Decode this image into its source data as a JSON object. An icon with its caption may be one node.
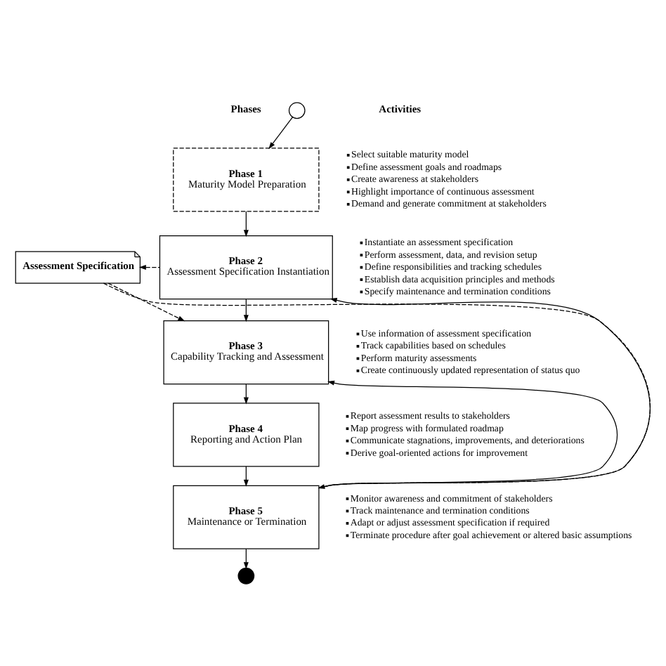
{
  "diagram": {
    "nodes": [
      {
        "text": [],
        "shape": "circle"
      },
      {
        "text": [
          "Phase 1",
          "Maturity Model Preparation"
        ],
        "beside": [
          "Select suitable maturity model",
          "Define assessment goals and roadmaps",
          "Create awareness at stakeholders",
          "Highlight importance of continuous assessment",
          "Demand and generate commitment at stakeholders"
        ]
      },
      {
        "text": [
          "Phase 2",
          "Assessment Specification Instantiation"
        ],
        "beside": [
          "Instantiate an assessment specification",
          "Perform assessment, data, and revision setup",
          "Define responsibilities and tracking schedules",
          "Establish data acquisition principles and methods",
          "Specify maintenance and termination conditions"
        ]
      },
      {
        "text": [
          "Phase 3",
          "Capability Tracking and Assessment"
        ],
        "beside": [
          "Use information of assessment specification",
          "Track capabilities based on schedules",
          "Perform maturity assessments",
          "Create continuously updated representation of status quo"
        ]
      },
      {
        "text": [
          "Phase 4",
          "Reporting and Action Plan"
        ],
        "beside": [
          "Report assessment results to stakeholders",
          "Map progress with formulated roadmap",
          "Communicate stagnations, improvements, and deteriorations",
          "Derive goal-oriented actions for improvement"
        ]
      },
      {
        "text": [
          "Phase 5",
          "Maintenance or Termination"
        ],
        "beside": [
          "Monitor awareness and commitment of stakeholders",
          "Track maintenance and termination conditions",
          "Adapt or adjust assessment specification if required",
          "Terminate procedure after goal achievement or altered basic assumptions"
        ]
      },
      {
        "text": [
          "Assessment Specification"
        ]
      },
      {
        "text": [],
        "shape": "circle"
      }
    ],
    "edges": [
      {
        "from": 0,
        "to": 1,
        "arrow": "to"
      },
      {
        "from": 1,
        "to": 2,
        "arrow": "to"
      },
      {
        "from": 2,
        "to": 3,
        "arrow": "to"
      },
      {
        "from": 3,
        "to": 4,
        "arrow": "to"
      },
      {
        "from": 4,
        "to": 5,
        "arrow": "to"
      },
      {
        "from": 5,
        "to": 7,
        "arrow": "to"
      },
      {
        "from": 2,
        "to": 6,
        "arrow": "to",
        "style": "dashed"
      },
      {
        "from": 6,
        "to": 3,
        "arrow": "to",
        "style": "dashed"
      },
      {
        "from": 6,
        "to": 5,
        "arrow": "to",
        "style": "dashed"
      },
      {
        "from": 5,
        "to": 2,
        "arrow": "to"
      },
      {
        "from": 5,
        "to": 3,
        "arrow": "to"
      }
    ],
    "labels": [
      "Phases",
      "Activities"
    ]
  }
}
